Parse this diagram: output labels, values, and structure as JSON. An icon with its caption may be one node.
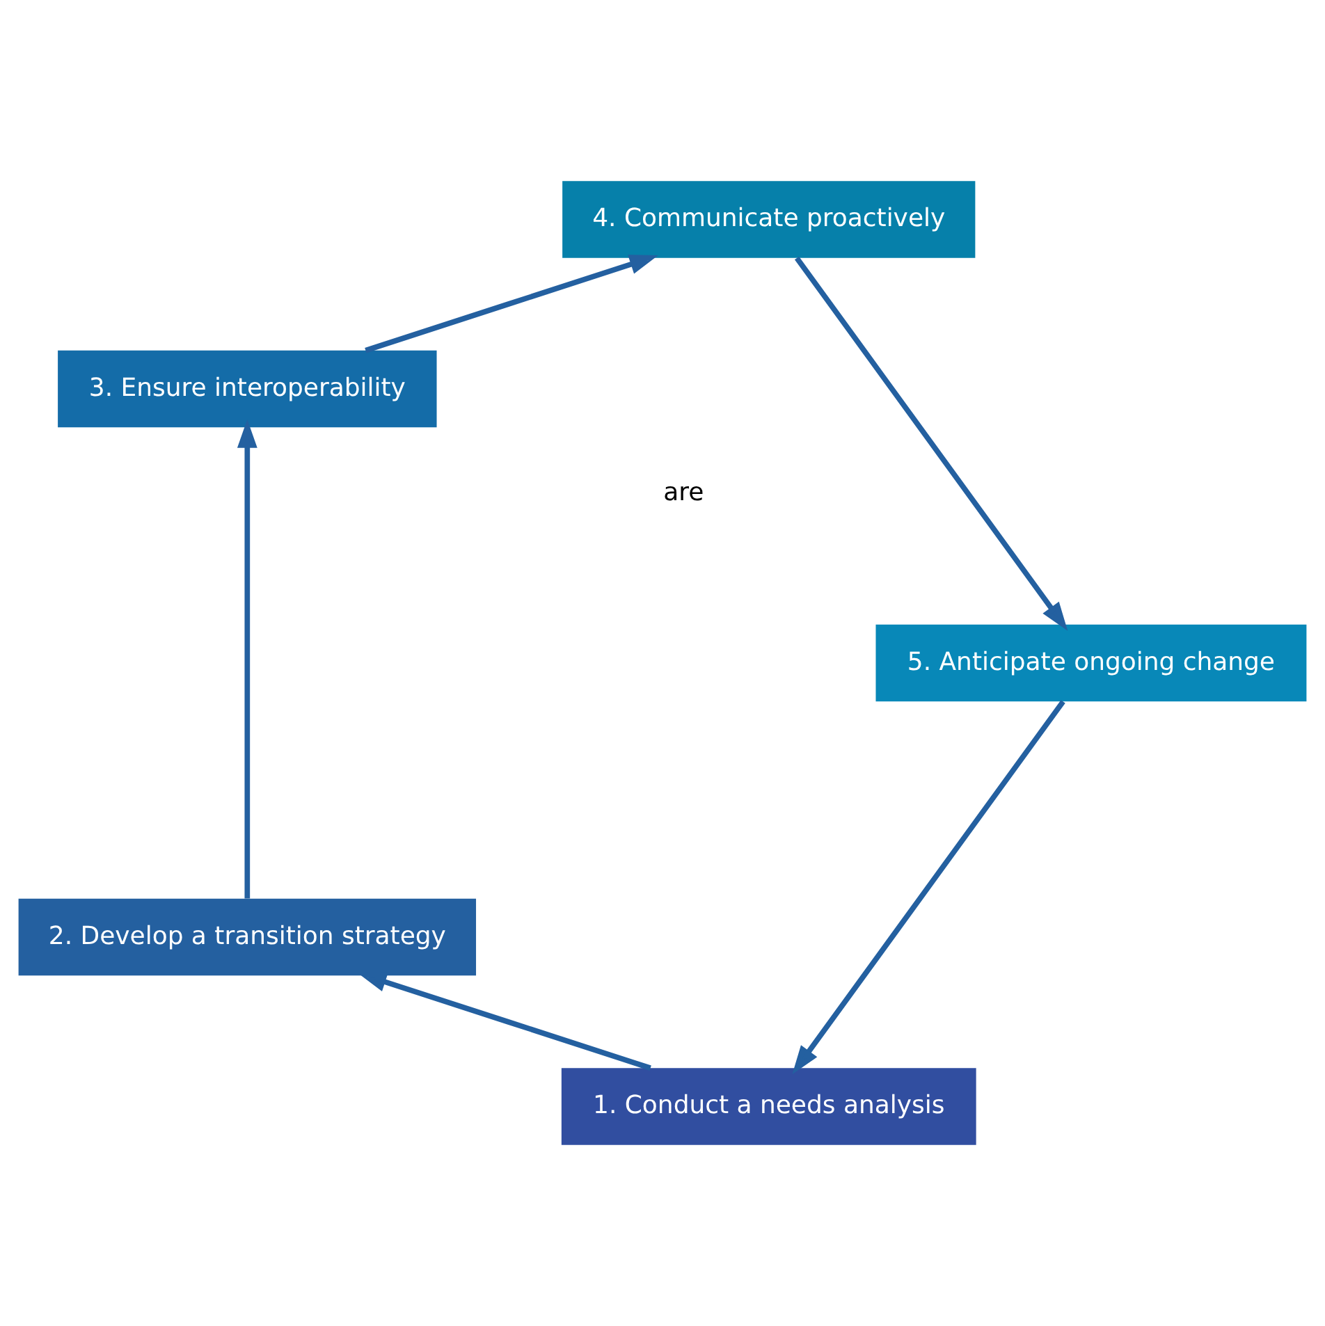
{
  "diagram": {
    "nodes": [
      {
        "text": [
          "1. Conduct a needs analysis"
        ]
      },
      {
        "text": [
          "2. Develop a transition strategy"
        ]
      },
      {
        "text": [
          "3. Ensure interoperability"
        ]
      },
      {
        "text": [
          "4. Communicate proactively"
        ]
      },
      {
        "text": [
          "5. Anticipate ongoing change"
        ]
      }
    ],
    "edges": [
      {
        "from": 0,
        "to": 1,
        "arrow": "to"
      },
      {
        "from": 1,
        "to": 2,
        "arrow": "to"
      },
      {
        "from": 2,
        "to": 3,
        "arrow": "to"
      },
      {
        "from": 3,
        "to": 4,
        "arrow": "to"
      },
      {
        "from": 4,
        "to": 0,
        "arrow": "to"
      }
    ],
    "labels": [
      "are"
    ]
  }
}
